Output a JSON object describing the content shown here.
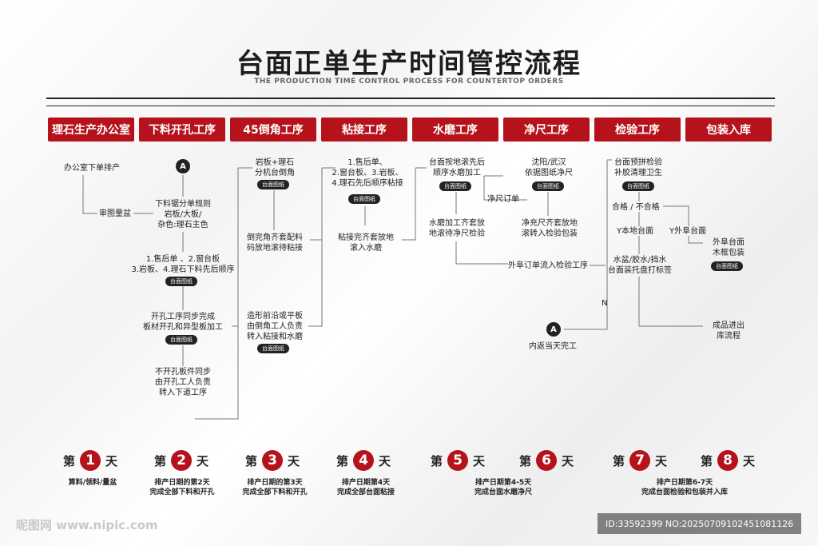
{
  "header": {
    "title": "台面正单生产时间管控流程",
    "subtitle": "THE PRODUCTION TIME CONTROL PROCESS FOR COUNTERTOP ORDERS"
  },
  "colors": {
    "accent": "#b5121b",
    "dark": "#222222"
  },
  "stages": [
    "理石生产办公室",
    "下料开孔工序",
    "45倒角工序",
    "粘接工序",
    "水磨工序",
    "净尺工序",
    "检验工序",
    "包装入库"
  ],
  "tag_label": "台面图纸",
  "marker_label": "A",
  "branch_n": "N",
  "nodes": {
    "office_order": "办公室下单排产",
    "review_drawing": "审图量盆",
    "saw_rules": [
      "下料锯分单规则",
      "岩板/大板/",
      "杂色:理石主色"
    ],
    "cut_order": [
      "1.售后单 、2.窗台板",
      "3.岩板、4.理石下料先后顺序"
    ],
    "drill_sync": [
      "开孔工序同步完成",
      "板材开孔和异型板加工"
    ],
    "no_drill": [
      "不开孔板件同步",
      "由开孔工人负责",
      "转入下道工序"
    ],
    "bevel_split": [
      "岩板+理石",
      "分机台倒角"
    ],
    "bevel_done": [
      "倒完角齐套配料",
      "码放地滚待粘接"
    ],
    "shaping": [
      "造形前沿或平板",
      "由倒角工人负责",
      "转入粘接和水磨"
    ],
    "glue_order": [
      "1.售后单、",
      "2.窗台板、3.岩板、",
      "4.理石先后顺序粘接"
    ],
    "glue_done": [
      "粘接完齐套放地",
      "滚入水磨"
    ],
    "polish_order": [
      "台面按地滚先后",
      "顺序水磨加工"
    ],
    "polish_done": [
      "水磨加工齐套放",
      "地滚待净尺检验"
    ],
    "trim_label": "净尺订单",
    "trim_city": [
      "沈阳/武汉",
      "依据图纸净尺"
    ],
    "trim_done": [
      "净充尺齐套放地",
      "滚转入检验包装"
    ],
    "outside_flow": "外阜订单流入检验工序",
    "inspect_clean": [
      "台面预拼检验",
      "补胶清理卫生"
    ],
    "pass_fail": "合格 / 不合格",
    "local": "Y本地台面",
    "outside": "Y外阜台面",
    "pack_box": [
      "外阜台面",
      "木框包装"
    ],
    "sink_label": [
      "水盆/胶水/挡水",
      "台面装托盘打标签"
    ],
    "return_same_day": "内返当天完工",
    "finished": [
      "成品进出",
      "库流程"
    ]
  },
  "days": [
    {
      "prefix": "第",
      "num": "1",
      "suffix": "天",
      "desc": [
        "算料/领料/量盆"
      ]
    },
    {
      "prefix": "第",
      "num": "2",
      "suffix": "天",
      "desc": [
        "排产日期的第2天",
        "完成全部下料和开孔"
      ]
    },
    {
      "prefix": "第",
      "num": "3",
      "suffix": "天",
      "desc": [
        "排产日期的第3天",
        "完成全部下料和开孔"
      ]
    },
    {
      "prefix": "第",
      "num": "4",
      "suffix": "天",
      "desc": [
        "排产日期第4天",
        "完成全部台面粘接"
      ]
    },
    {
      "prefix": "第",
      "num": "5",
      "suffix": "天",
      "desc": []
    },
    {
      "prefix": "第",
      "num": "6",
      "suffix": "天",
      "desc": []
    },
    {
      "prefix": "第",
      "num": "7",
      "suffix": "天",
      "desc": []
    },
    {
      "prefix": "第",
      "num": "8",
      "suffix": "天",
      "desc": []
    }
  ],
  "day_groups": {
    "d56": [
      "排产日期第4-5天",
      "完成台面水磨净尺"
    ],
    "d78": [
      "排产日期第6-7天",
      "完成台面检验和包装并入库"
    ]
  },
  "watermark": {
    "site": "昵图网 www.nipic.com",
    "id": "ID:33592399 NO:20250709102451081126"
  }
}
